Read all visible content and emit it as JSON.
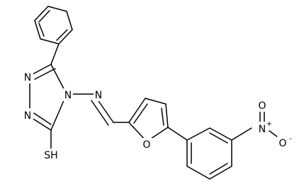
{
  "atoms": {
    "n1": "N",
    "n2": "N",
    "n4": "N",
    "n_imine": "N",
    "sh": "SH",
    "o_furan": "O",
    "n_nitro": "N",
    "n_nitro_charge": "+",
    "o_nitro_top": "O",
    "o_nitro_right": "O",
    "o_nitro_right_charge": "-"
  },
  "colors": {
    "bond": "#000000",
    "label": "#000000",
    "background": "#ffffff"
  }
}
